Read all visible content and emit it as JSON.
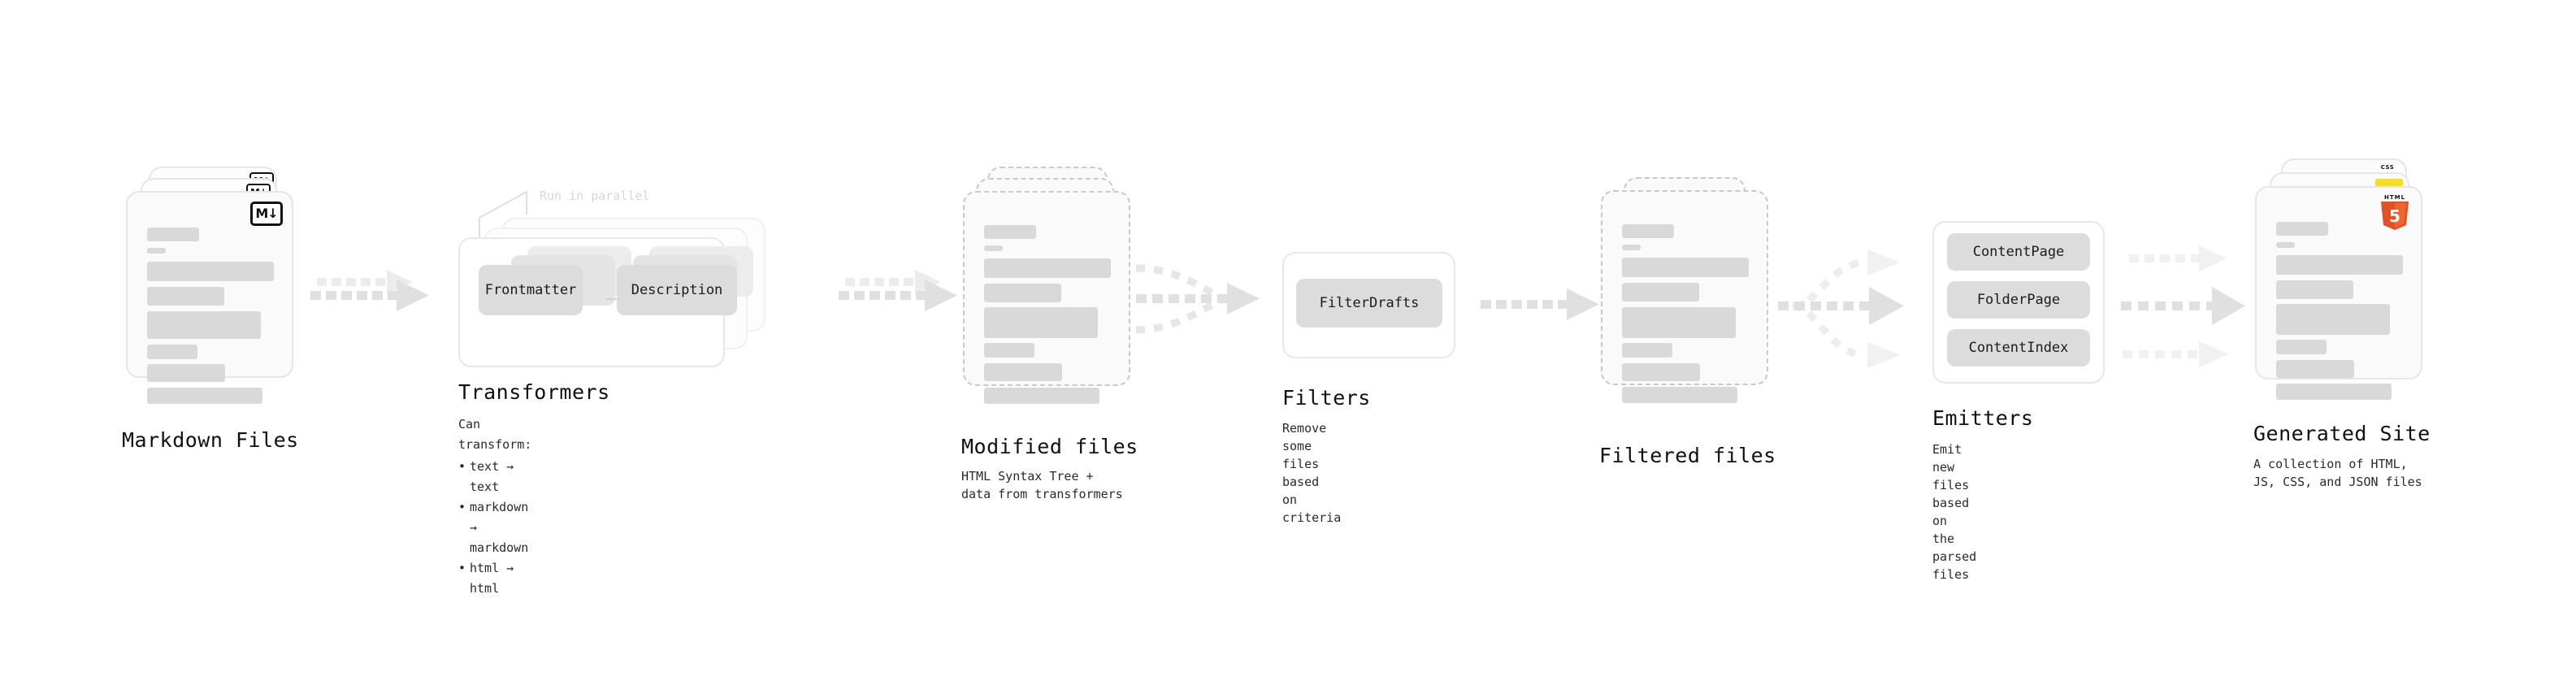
{
  "diagram": {
    "title_row_font": "monospace",
    "accent_colors": {
      "html5": "#e34f26",
      "js": "#f7df1e",
      "css": "#264de4",
      "card_fill": "#fafafa",
      "skeleton": "#d9d9d9",
      "chip": "#dcdcdc",
      "arrow": "#d5d5d5"
    },
    "nodes": [
      {
        "id": "markdown-files",
        "title": "Markdown Files",
        "description": "",
        "badge": "markdown-badge",
        "badge_text": "M↓"
      },
      {
        "id": "transformers",
        "title": "Transformers",
        "description": "",
        "callout": "Run in parallel",
        "bullets_header": "Can transform:",
        "bullets": [
          "text → text",
          "markdown → markdown",
          "html → html"
        ],
        "chips": [
          "Frontmatter",
          "Description"
        ]
      },
      {
        "id": "modified-files",
        "title": "Modified files",
        "description": "HTML Syntax Tree +\ndata from transformers"
      },
      {
        "id": "filters",
        "title": "Filters",
        "description": "Remove some files based\non criteria",
        "chips": [
          "FilterDrafts"
        ]
      },
      {
        "id": "filtered-files",
        "title": "Filtered files",
        "description": ""
      },
      {
        "id": "emitters",
        "title": "Emitters",
        "description": "Emit new files based on\nthe parsed files",
        "chips": [
          "ContentPage",
          "FolderPage",
          "ContentIndex"
        ]
      },
      {
        "id": "generated-site",
        "title": "Generated Site",
        "description": "A collection of HTML,\nJS, CSS, and JSON files",
        "badge": "html5-badge",
        "badge_text": "HTML",
        "badge_digit": "5",
        "css_badge_text": "CSS"
      }
    ]
  }
}
